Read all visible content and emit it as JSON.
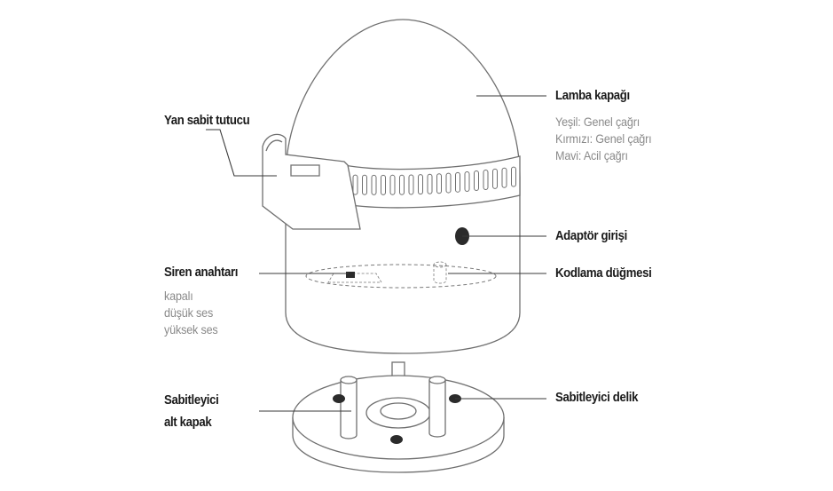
{
  "labels": {
    "lamp_cover": "Lamba kapağı",
    "lamp_colors": [
      "Yeşil: Genel çağrı",
      "Kırmızı: Genel çağrı",
      "Mavi: Acil çağrı"
    ],
    "side_holder": "Yan sabit tutucu",
    "adapter_input": "Adaptör girişi",
    "siren_switch": "Siren anahtarı",
    "siren_modes": [
      "kapalı",
      "düşük ses",
      "yüksek ses"
    ],
    "coding_button": "Kodlama düğmesi",
    "fixing_base_line1": "Sabitleyici",
    "fixing_base_line2": "alt kapak",
    "fixing_hole": "Sabitleyici delik"
  },
  "colors": {
    "outline": "#6f6f6f",
    "leader": "#3a3a3a",
    "dark_fill": "#2b2b2b",
    "label": "#1a1a1a",
    "sublabel": "#8a8a8a"
  }
}
